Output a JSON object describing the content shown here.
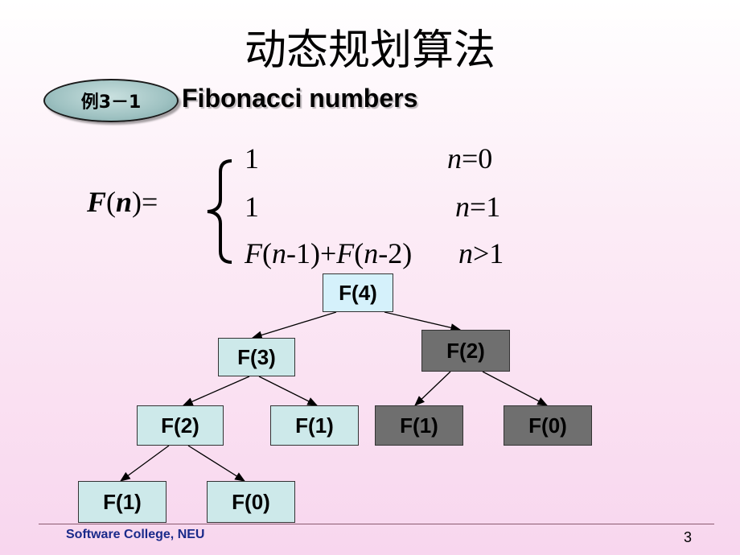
{
  "slide": {
    "title": "动态规划算法",
    "badge": "例3－1",
    "subtitle": "Fibonacci numbers"
  },
  "formula": {
    "lhs_name": "F",
    "lhs_open": "(",
    "lhs_var": "n",
    "lhs_close": ")=",
    "cases": [
      {
        "value": "1",
        "cond_var": "n",
        "cond_rest": "=0"
      },
      {
        "value": "1",
        "cond_var": "n",
        "cond_rest": "=1"
      }
    ],
    "case3": {
      "f1": "F",
      "a": "(",
      "n1": "n",
      "b": "-1)+",
      "f2": "F",
      "c": "(",
      "n2": "n",
      "d": "-2)",
      "cond_var": "n",
      "cond_rest": ">1"
    }
  },
  "tree": {
    "nodes": [
      {
        "label": "F(4)",
        "style": "vlight"
      },
      {
        "label": "F(3)",
        "style": "light"
      },
      {
        "label": "F(2)",
        "style": "dark"
      },
      {
        "label": "F(2)",
        "style": "light"
      },
      {
        "label": "F(1)",
        "style": "light"
      },
      {
        "label": "F(1)",
        "style": "dark"
      },
      {
        "label": "F(0)",
        "style": "dark"
      },
      {
        "label": "F(1)",
        "style": "light"
      },
      {
        "label": "F(0)",
        "style": "light"
      }
    ]
  },
  "footer": {
    "text": "Software College, NEU",
    "page": "3"
  }
}
